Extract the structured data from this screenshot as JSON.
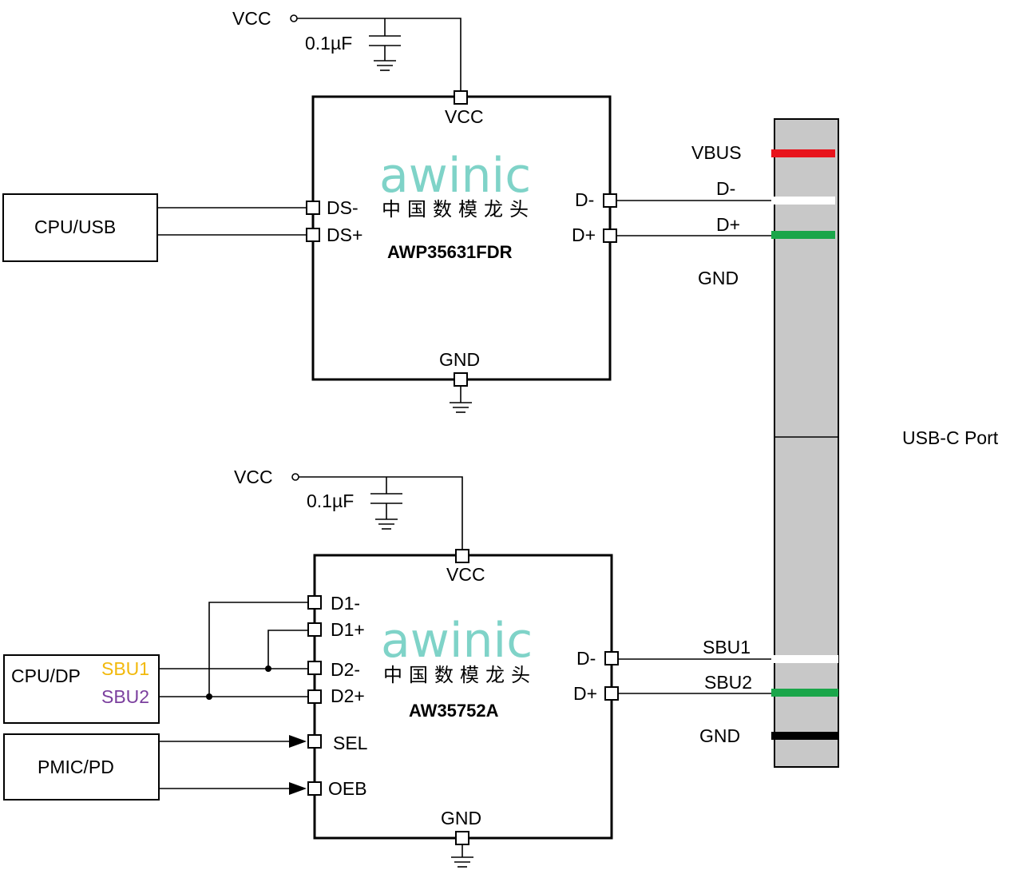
{
  "supply_label": "VCC",
  "capacitor_label": "0.1µF",
  "ground_label": "GND",
  "chip1": {
    "logo": "awinic",
    "logo_cn": "中国数模龙头",
    "part_number": "AWP35631FDR",
    "pins": {
      "vcc": "VCC",
      "gnd": "GND",
      "ds_minus": "DS-",
      "ds_plus": "DS+",
      "d_minus": "D-",
      "d_plus": "D+"
    }
  },
  "chip2": {
    "logo": "awinic",
    "logo_cn": "中国数模龙头",
    "part_number": "AW35752A",
    "pins": {
      "vcc": "VCC",
      "gnd": "GND",
      "d1_minus": "D1-",
      "d1_plus": "D1+",
      "d2_minus": "D2-",
      "d2_plus": "D2+",
      "sel": "SEL",
      "oeb": "OEB",
      "d_minus": "D-",
      "d_plus": "D+"
    }
  },
  "blocks": {
    "cpu_usb": "CPU/USB",
    "cpu_dp": "CPU/DP",
    "sbu1": "SBU1",
    "sbu2": "SBU2",
    "pmic_pd": "PMIC/PD"
  },
  "port": {
    "title": "USB-C Port",
    "vbus": "VBUS",
    "d_minus": "D-",
    "d_plus": "D+",
    "gnd_top": "GND",
    "sbu1": "SBU1",
    "sbu2": "SBU2",
    "gnd_bottom": "GND"
  },
  "colors": {
    "vbus": "#e8141c",
    "d_plus": "#1aa64a",
    "gnd_bar": "#000000",
    "white_bar": "#ffffff",
    "port_fill": "#c8c8c8",
    "logo": "#7fd3c8",
    "sbu1_text": "#f2b90c",
    "sbu2_text": "#7b3f9e"
  }
}
